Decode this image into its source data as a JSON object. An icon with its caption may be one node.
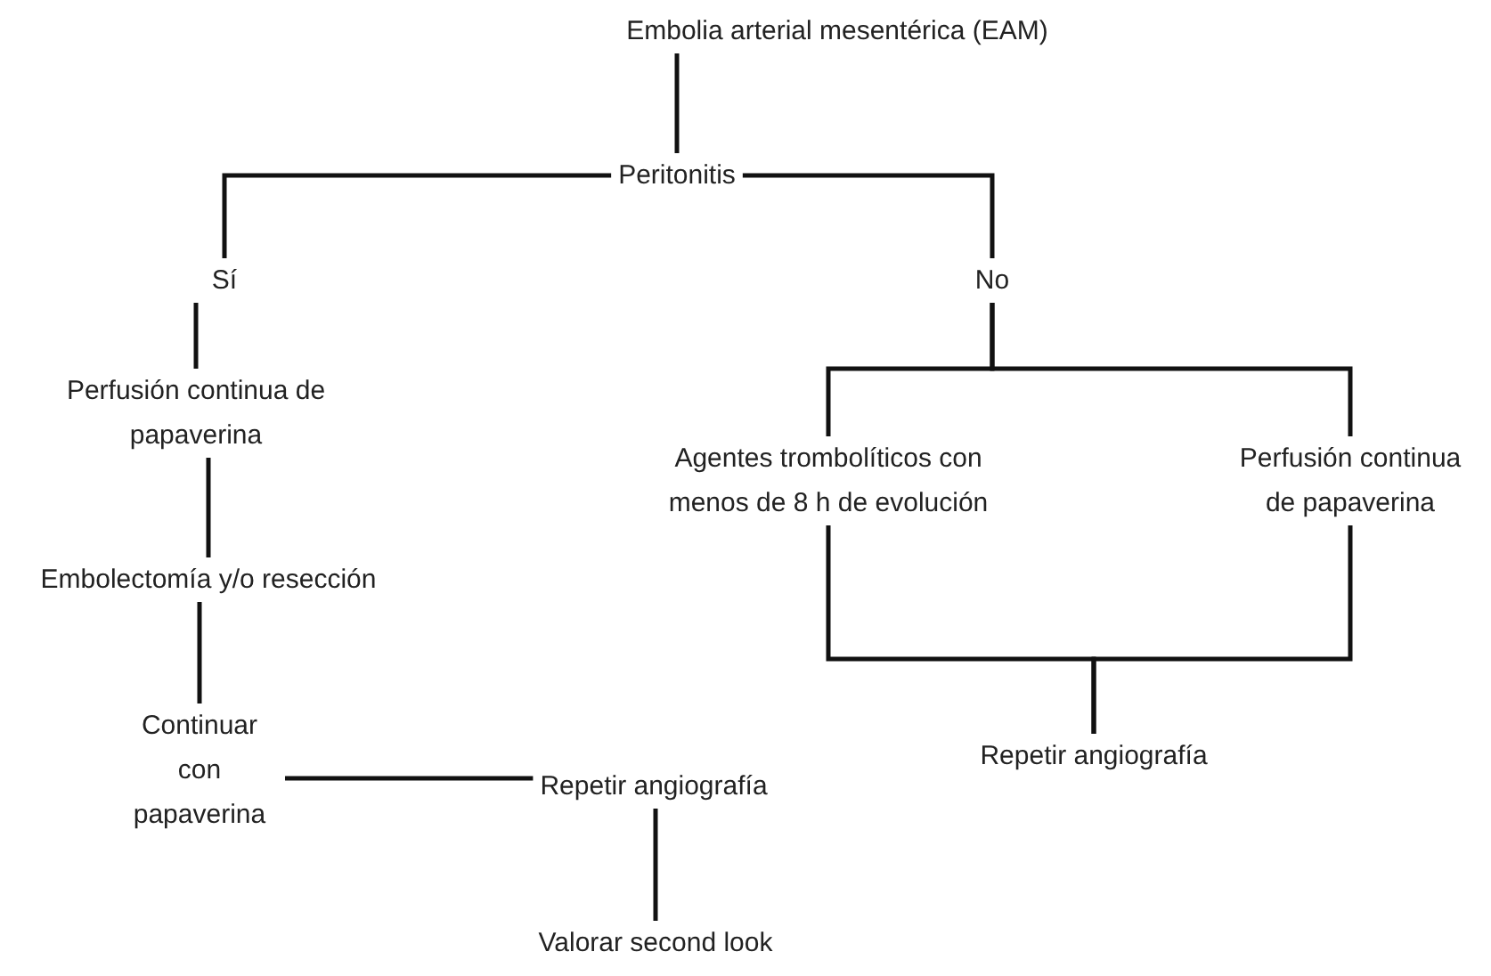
{
  "diagram": {
    "nodes": [
      {
        "text": [
          "Embolia arterial mesentérica (EAM)"
        ]
      },
      {
        "text": [
          "Peritonitis"
        ]
      },
      {
        "text": [
          "Sí"
        ]
      },
      {
        "text": [
          "No"
        ]
      },
      {
        "text": [
          "Perfusión continua de papaverina"
        ]
      },
      {
        "text": [
          "Embolectomía y/o resección"
        ]
      },
      {
        "text": [
          "Continuar con papaverina"
        ]
      },
      {
        "text": [
          "Repetir angiografía"
        ]
      },
      {
        "text": [
          "Valorar second look"
        ]
      },
      {
        "text": [
          "Agentes trombolíticos con menos de 8 h de evolución"
        ]
      },
      {
        "text": [
          "Perfusión continua de papaverina"
        ]
      },
      {
        "text": [
          "Repetir angiografía"
        ]
      }
    ],
    "edges": [
      {
        "from": 0,
        "to": 1,
        "arrow": "none"
      },
      {
        "from": 1,
        "to": 2,
        "arrow": "none"
      },
      {
        "from": 1,
        "to": 3,
        "arrow": "none"
      },
      {
        "from": 2,
        "to": 4,
        "arrow": "none"
      },
      {
        "from": 4,
        "to": 5,
        "arrow": "none"
      },
      {
        "from": 5,
        "to": 6,
        "arrow": "none"
      },
      {
        "from": 6,
        "to": 7,
        "arrow": "none"
      },
      {
        "from": 7,
        "to": 8,
        "arrow": "none"
      },
      {
        "from": 3,
        "to": 9,
        "arrow": "none"
      },
      {
        "from": 3,
        "to": 10,
        "arrow": "none"
      },
      {
        "from": 9,
        "to": 11,
        "arrow": "none"
      },
      {
        "from": 10,
        "to": 11,
        "arrow": "none"
      }
    ]
  }
}
